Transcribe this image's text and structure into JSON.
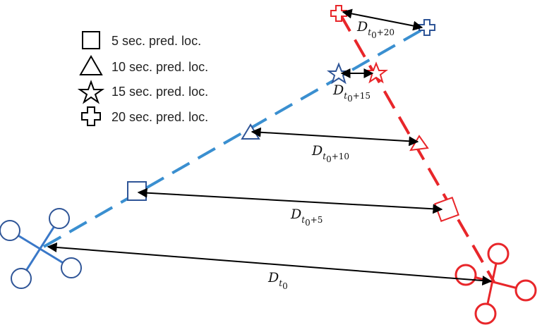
{
  "legend": {
    "items": [
      {
        "shape": "square-icon",
        "label": "5 sec. pred. loc."
      },
      {
        "shape": "triangle-icon",
        "label": "10 sec. pred. loc."
      },
      {
        "shape": "star-icon",
        "label": "15 sec. pred. loc."
      },
      {
        "shape": "cross-icon",
        "label": "20 sec. pred. loc."
      }
    ]
  },
  "distances": [
    {
      "base": "D",
      "sub": "t",
      "sub2": "0",
      "suffix": ""
    },
    {
      "base": "D",
      "sub": "t",
      "sub2": "0",
      "suffix": "+5"
    },
    {
      "base": "D",
      "sub": "t",
      "sub2": "0",
      "suffix": "+10"
    },
    {
      "base": "D",
      "sub": "t",
      "sub2": "0",
      "suffix": "+15"
    },
    {
      "base": "D",
      "sub": "t",
      "sub2": "0",
      "suffix": "+20"
    }
  ],
  "colors": {
    "blue_drone": "#3a78c8",
    "blue_marker": "#2f5597",
    "red_drone": "#e8262a",
    "arrow": "#000000",
    "legend_stroke": "#000000"
  }
}
